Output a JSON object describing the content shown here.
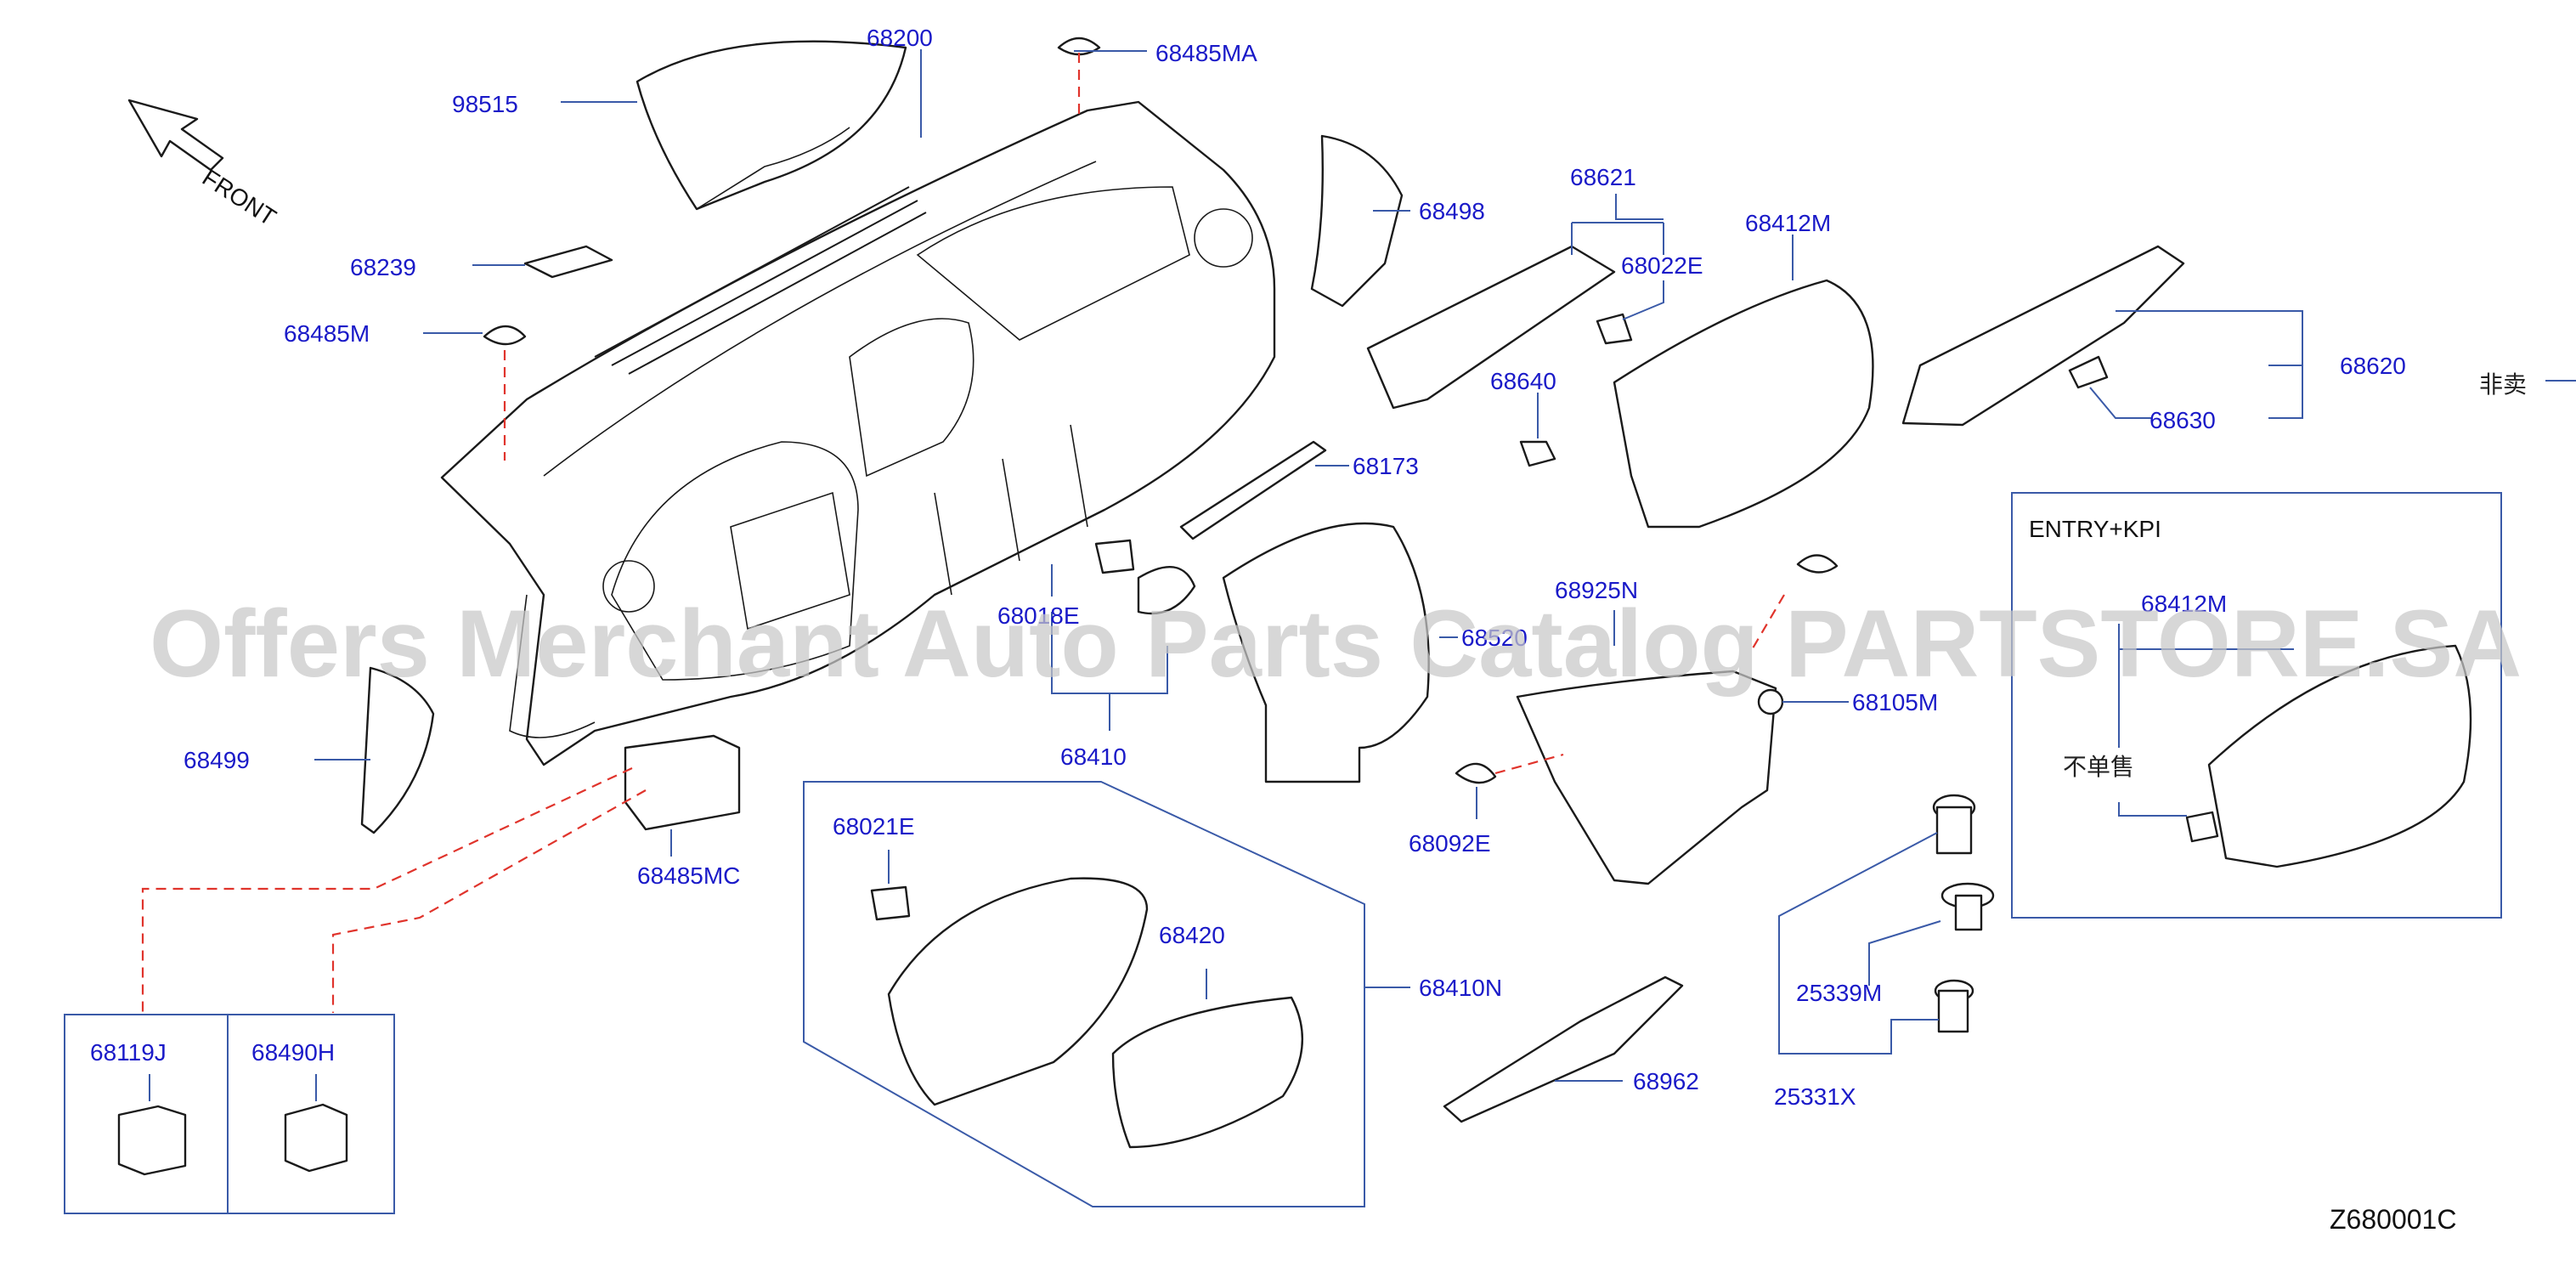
{
  "watermark": "Offers Merchant Auto Parts Catalog PARTSTORE.SA",
  "orientation_label": "FRONT",
  "diagram_code": "Z680001C",
  "not_sold_label": "非卖",
  "not_sold_alt_label": "不单售",
  "inset_title": "ENTRY+KPI",
  "labels": {
    "p68200": "68200",
    "p68485MA": "68485MA",
    "p98515": "98515",
    "p68239": "68239",
    "p68485M": "68485M",
    "p68498": "68498",
    "p68621": "68621",
    "p68022E": "68022E",
    "p68412M": "68412M",
    "p68620": "68620",
    "p68630": "68630",
    "p68640": "68640",
    "p68173": "68173",
    "p68018E": "68018E",
    "p68410": "68410",
    "p68499": "68499",
    "p68485MC": "68485MC",
    "p68925N": "68925N",
    "p68520": "68520",
    "p68105M": "68105M",
    "p68092E": "68092E",
    "p68021E": "68021E",
    "p68420": "68420",
    "p68410N": "68410N",
    "p68962": "68962",
    "p25339M": "25339M",
    "p25331X": "25331X",
    "p68119J": "68119J",
    "p68490H": "68490H",
    "inset68412M": "68412M"
  }
}
